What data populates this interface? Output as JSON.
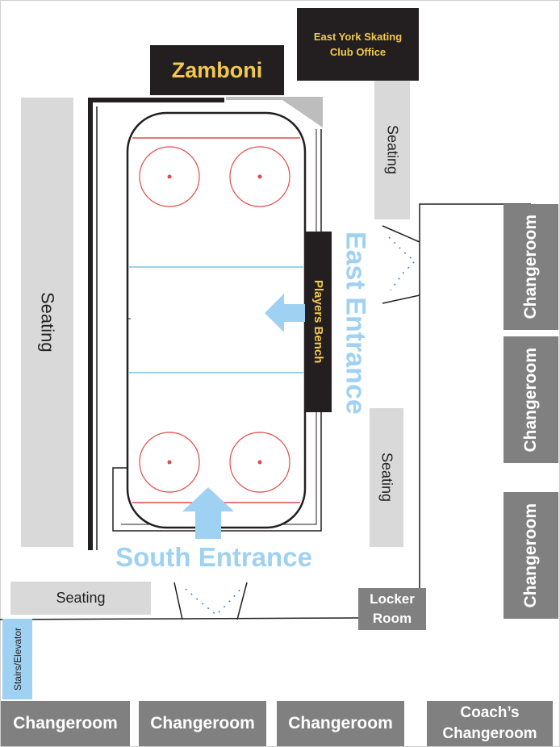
{
  "labels": {
    "club_office": "East York Skating Club Office",
    "zamboni": "Zamboni",
    "seating": "Seating",
    "players_bench": "Players Bench",
    "east_entrance": "East Entrance",
    "south_entrance": "South Entrance",
    "locker_room": "Locker Room",
    "stairs_elevator": "Stairs/Elevator",
    "changeroom": "Changeroom",
    "coach_changeroom": "Coach’s Changeroom"
  },
  "colors": {
    "dark": "#231f20",
    "gold": "#f2c94c",
    "seating_gray": "#d9d9d9",
    "changeroom_gray": "#808080",
    "entrance_blue": "#9fd1f2",
    "rink_red": "#e04b4b",
    "rink_blue": "#7cc4e8"
  }
}
